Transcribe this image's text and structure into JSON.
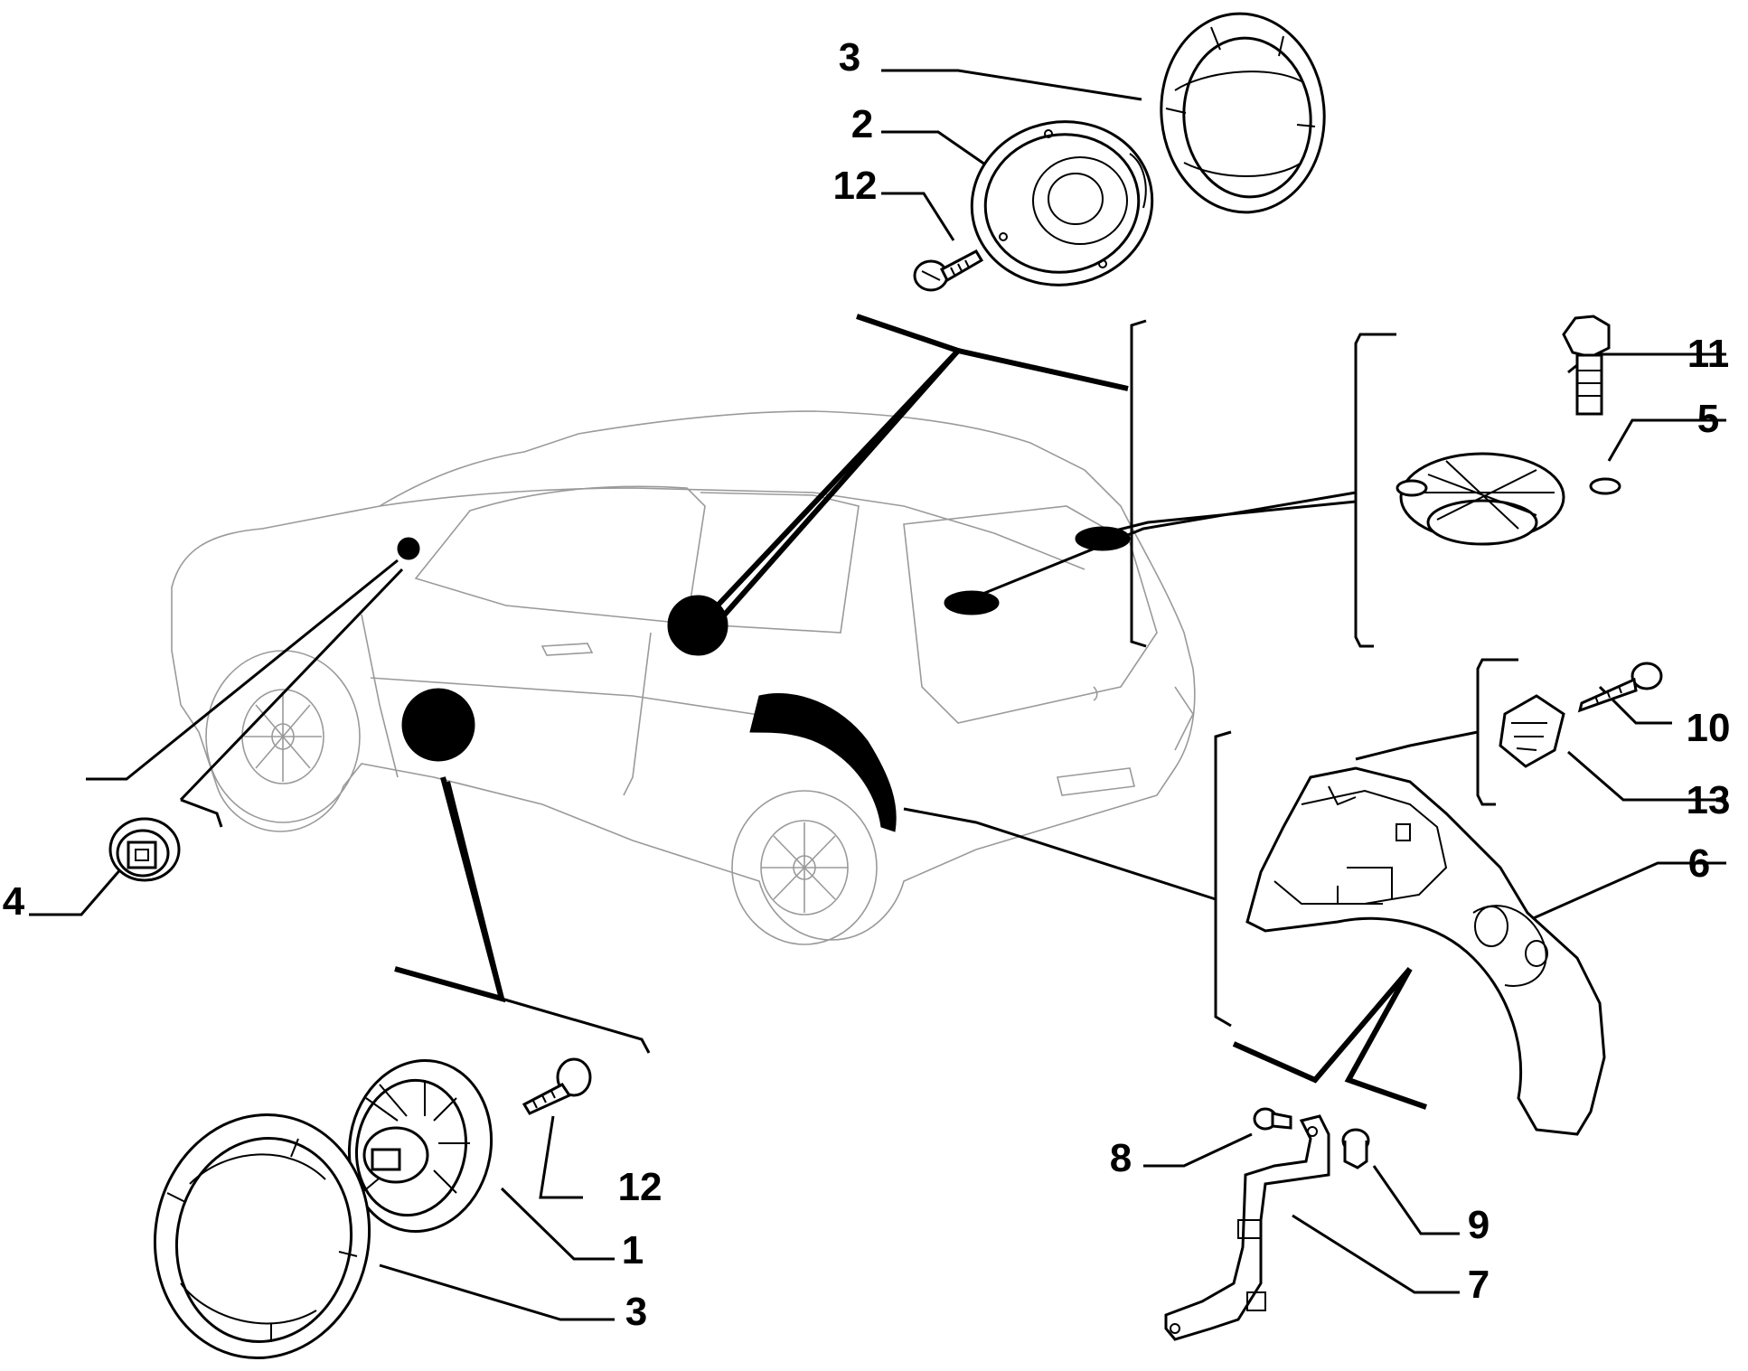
{
  "diagram": {
    "callouts": [
      {
        "id": "c3_top",
        "label": "3"
      },
      {
        "id": "c2",
        "label": "2"
      },
      {
        "id": "c12_top",
        "label": "12"
      },
      {
        "id": "c11",
        "label": "11"
      },
      {
        "id": "c5",
        "label": "5"
      },
      {
        "id": "c10",
        "label": "10"
      },
      {
        "id": "c13",
        "label": "13"
      },
      {
        "id": "c6",
        "label": "6"
      },
      {
        "id": "c4",
        "label": "4"
      },
      {
        "id": "c12_bottom",
        "label": "12"
      },
      {
        "id": "c1",
        "label": "1"
      },
      {
        "id": "c3_bottom",
        "label": "3"
      },
      {
        "id": "c8",
        "label": "8"
      },
      {
        "id": "c9",
        "label": "9"
      },
      {
        "id": "c7",
        "label": "7"
      }
    ],
    "colors": {
      "ink": "#000000",
      "car_outline": "#9a9a9a",
      "background": "#ffffff"
    }
  }
}
